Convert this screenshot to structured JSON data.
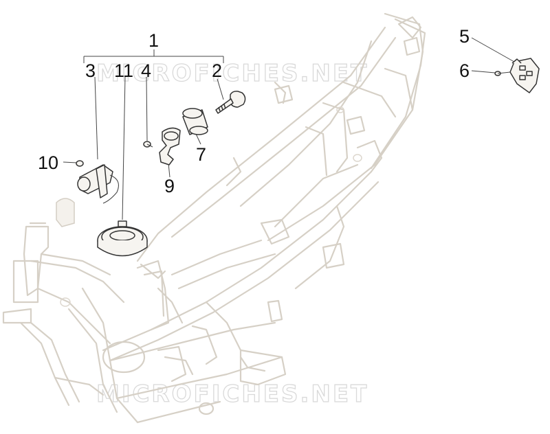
{
  "watermark": {
    "top": "MICROFICHES.NET",
    "bottom": "MICROFICHES.NET"
  },
  "callouts": {
    "c1": "1",
    "c2": "2",
    "c3": "3",
    "c4": "4",
    "c5": "5",
    "c6": "6",
    "c7": "7",
    "c9": "9",
    "c10": "10",
    "c11": "11"
  },
  "parts": [
    {
      "id": "1",
      "name": "lock-set-group"
    },
    {
      "id": "2",
      "name": "key"
    },
    {
      "id": "3",
      "name": "seat-lock"
    },
    {
      "id": "4",
      "name": "screw"
    },
    {
      "id": "5",
      "name": "bracket-plate"
    },
    {
      "id": "6",
      "name": "bracket-screw"
    },
    {
      "id": "7",
      "name": "lock-bushing"
    },
    {
      "id": "9",
      "name": "lock-clamp"
    },
    {
      "id": "10",
      "name": "seat-lock-screw"
    },
    {
      "id": "11",
      "name": "fuel-cap-lock"
    }
  ],
  "colors": {
    "frame": "#d6d0c6",
    "part_outline": "#333333",
    "label": "#111111",
    "watermark": "#d9d9d9"
  }
}
